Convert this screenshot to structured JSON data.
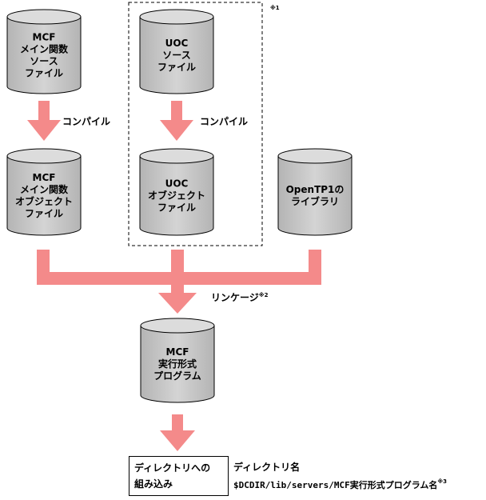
{
  "diagram": {
    "cylinders": {
      "mcf_source": [
        "MCF",
        "メイン関数",
        "ソース",
        "ファイル"
      ],
      "uoc_source": [
        "UOC",
        "ソース",
        "ファイル"
      ],
      "mcf_object": [
        "MCF",
        "メイン関数",
        "オブジェクト",
        "ファイル"
      ],
      "uoc_object": [
        "UOC",
        "オブジェクト",
        "ファイル"
      ],
      "opentp1_lib": [
        "OpenTP1の",
        "ライブラリ"
      ],
      "mcf_exec": [
        "MCF",
        "実行形式",
        "プログラム"
      ]
    },
    "labels": {
      "compile_left": "コンパイル",
      "compile_right": "コンパイル",
      "linkage": "リンケージ",
      "linkage_note": "※2",
      "uoc_group_note": "※1"
    },
    "directory_box": {
      "line1": "ディレクトリへの",
      "line2": "組み込み"
    },
    "directory_label": {
      "title": "ディレクトリ名",
      "path": "$DCDIR/lib/servers/MCF実行形式プログラム名",
      "note": "※3"
    },
    "colors": {
      "arrow": "#f48a8a",
      "cylinder_fill": "#c8c8c8",
      "cylinder_top": "#dcdcdc"
    }
  }
}
